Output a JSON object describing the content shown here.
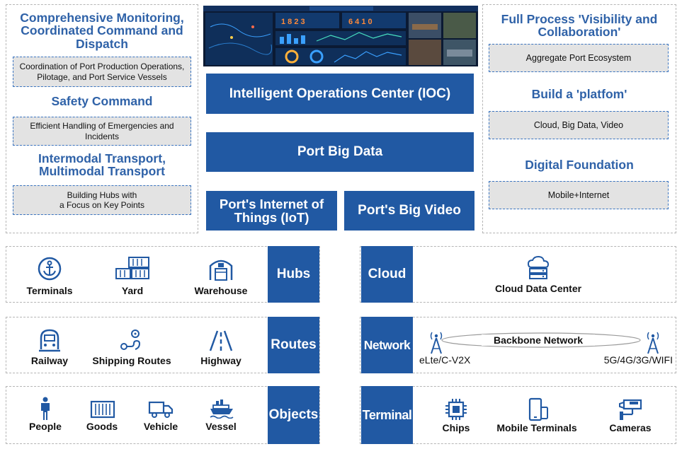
{
  "left_panel": {
    "title1": "Comprehensive Monitoring, Coordinated Command and Dispatch",
    "box1": "Coordination of Port Production Operations, Pilotage, and Port Service Vessels",
    "title2": "Safety Command",
    "box2": "Efficient Handling of Emergencies and Incidents",
    "title3": "Intermodal Transport, Multimodal Transport",
    "box3_line1": "Building Hubs with",
    "box3_line2": "a Focus on Key Points"
  },
  "center": {
    "ioc": "Intelligent Operations Center (IOC)",
    "big_data": "Port Big Data",
    "iot": "Port's Internet of Things (IoT)",
    "big_video": "Port's Big Video"
  },
  "right_panel": {
    "title1": "Full Process 'Visibility and Collaboration'",
    "box1": "Aggregate Port Ecosystem",
    "title2": "Build a 'platfom'",
    "box2": "Cloud, Big Data, Video",
    "title3": "Digital Foundation",
    "box3": "Mobile+Internet"
  },
  "rows": {
    "hubs": {
      "label": "Hubs",
      "items": [
        {
          "label": "Terminals",
          "icon": "anchor-icon"
        },
        {
          "label": "Yard",
          "icon": "container-yard-icon"
        },
        {
          "label": "Warehouse",
          "icon": "warehouse-icon"
        }
      ]
    },
    "cloud": {
      "label": "Cloud",
      "items": [
        {
          "label": "Cloud Data Center",
          "icon": "cloud-server-icon"
        }
      ]
    },
    "routes": {
      "label": "Routes",
      "items": [
        {
          "label": "Railway",
          "icon": "train-icon"
        },
        {
          "label": "Shipping Routes",
          "icon": "route-icon"
        },
        {
          "label": "Highway",
          "icon": "highway-icon"
        }
      ]
    },
    "network": {
      "label": "Network",
      "backbone": "Backbone Network",
      "left_tech": "eLte/C-V2X",
      "right_tech": "5G/4G/3G/WIFI"
    },
    "objects": {
      "label": "Objects",
      "items": [
        {
          "label": "People",
          "icon": "person-icon"
        },
        {
          "label": "Goods",
          "icon": "container-icon"
        },
        {
          "label": "Vehicle",
          "icon": "truck-icon"
        },
        {
          "label": "Vessel",
          "icon": "ship-icon"
        }
      ]
    },
    "terminal": {
      "label": "Terminal",
      "items": [
        {
          "label": "Chips",
          "icon": "chip-icon"
        },
        {
          "label": "Mobile Terminals",
          "icon": "mobile-icon"
        },
        {
          "label": "Cameras",
          "icon": "camera-icon"
        }
      ]
    }
  },
  "colors": {
    "brand_blue": "#2159a3",
    "title_blue": "#2f62a8",
    "box_grey": "#e3e3e3"
  }
}
